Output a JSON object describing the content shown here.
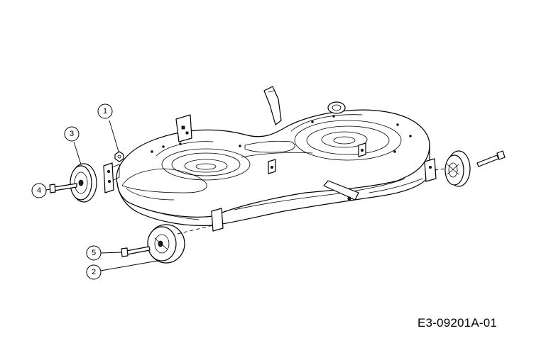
{
  "drawing_id": "E3-09201A-01",
  "callouts": [
    "1",
    "2",
    "3",
    "4",
    "5"
  ]
}
